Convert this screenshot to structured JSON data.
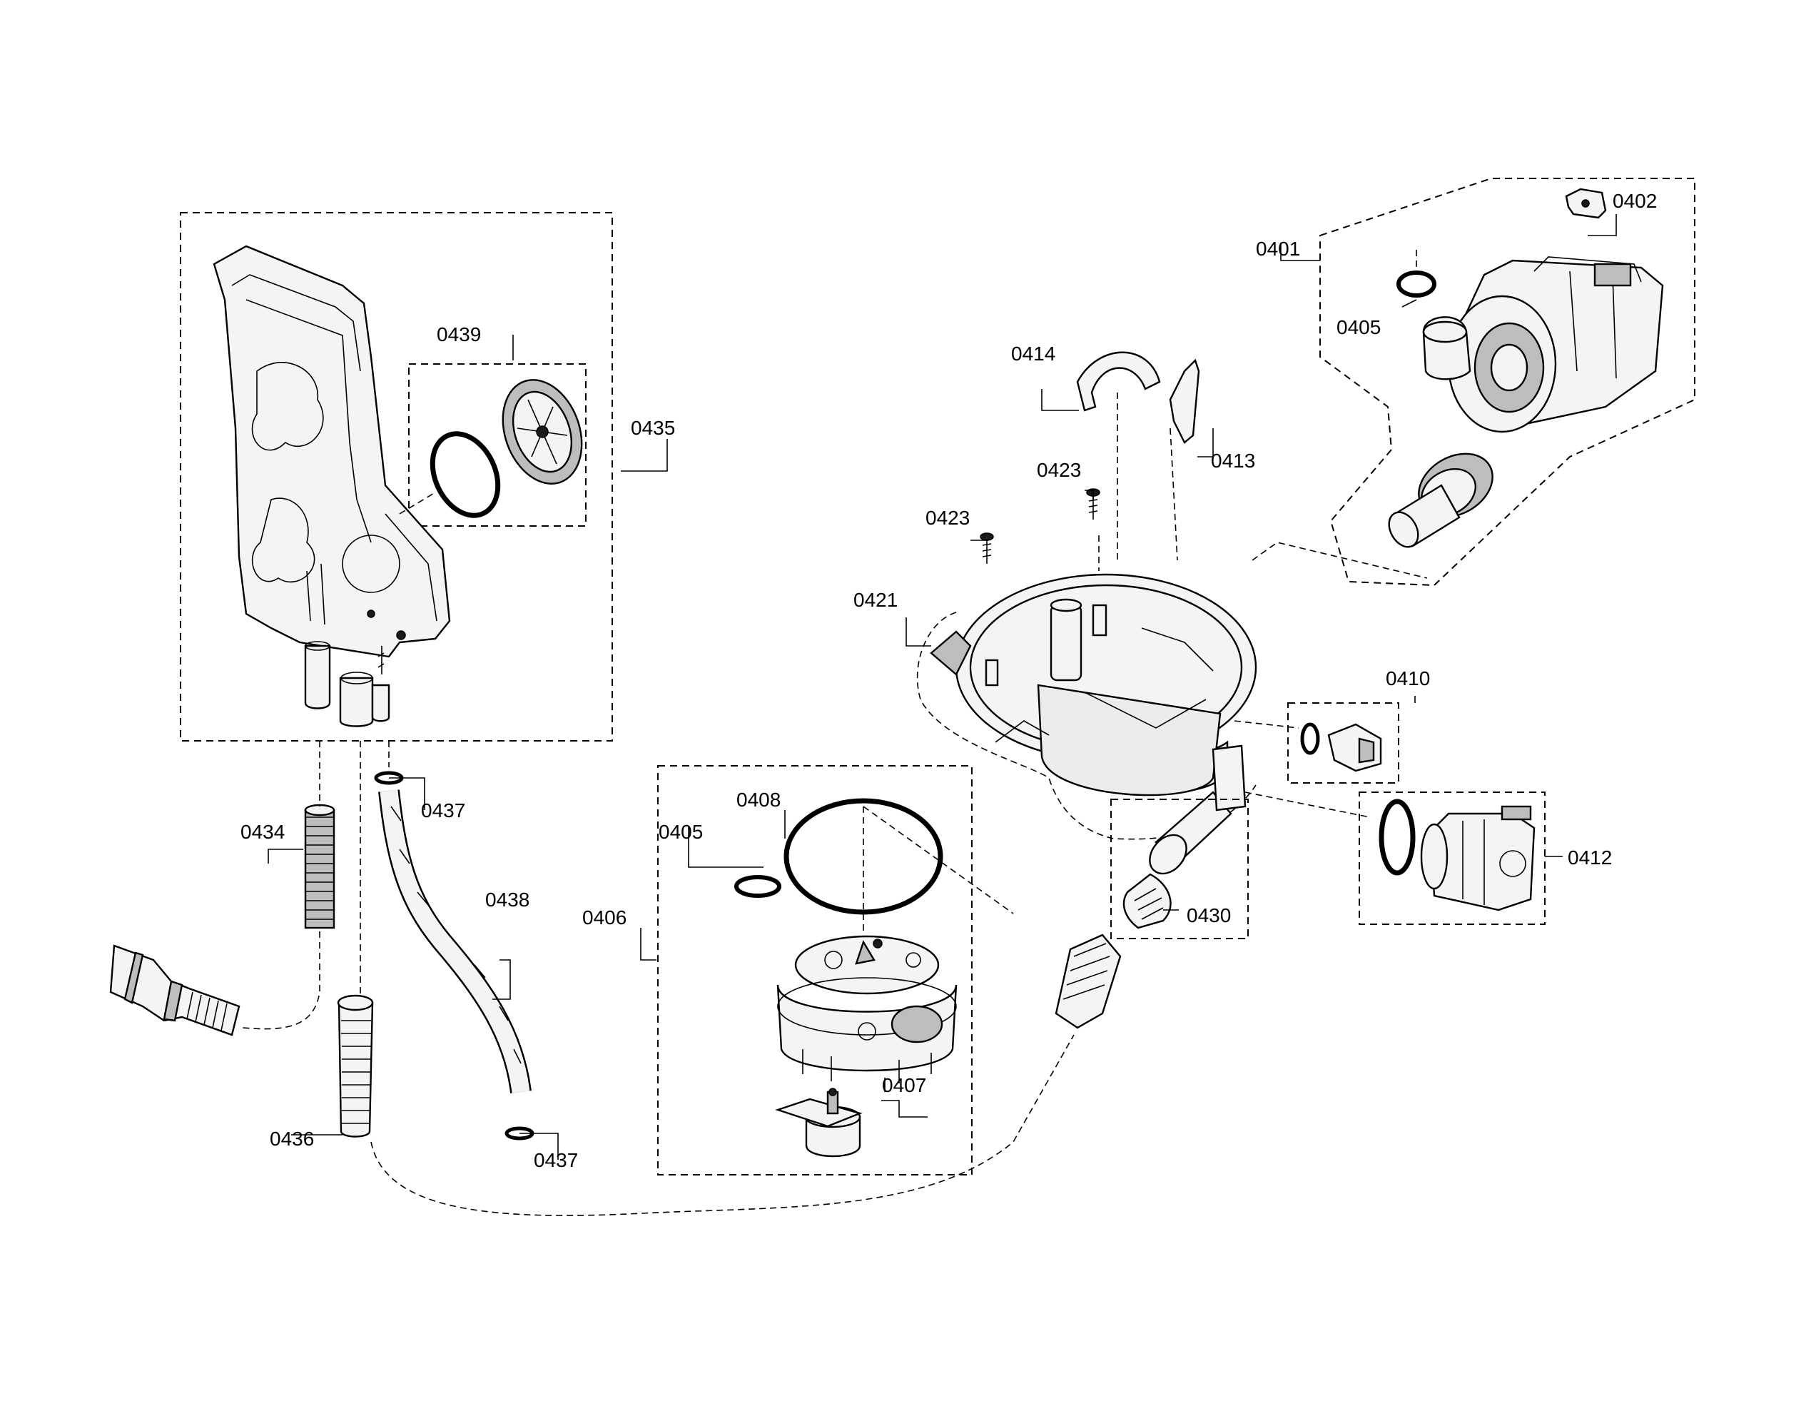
{
  "labels": {
    "l0401": "0401",
    "l0402": "0402",
    "l0405a": "0405",
    "l0405b": "0405",
    "l0406": "0406",
    "l0407": "0407",
    "l0408": "0408",
    "l0410": "0410",
    "l0412": "0412",
    "l0413": "0413",
    "l0414": "0414",
    "l0421": "0421",
    "l0423a": "0423",
    "l0423b": "0423",
    "l0430": "0430",
    "l0434": "0434",
    "l0435": "0435",
    "l0436": "0436",
    "l0437a": "0437",
    "l0437b": "0437",
    "l0438": "0438",
    "l0439": "0439"
  }
}
